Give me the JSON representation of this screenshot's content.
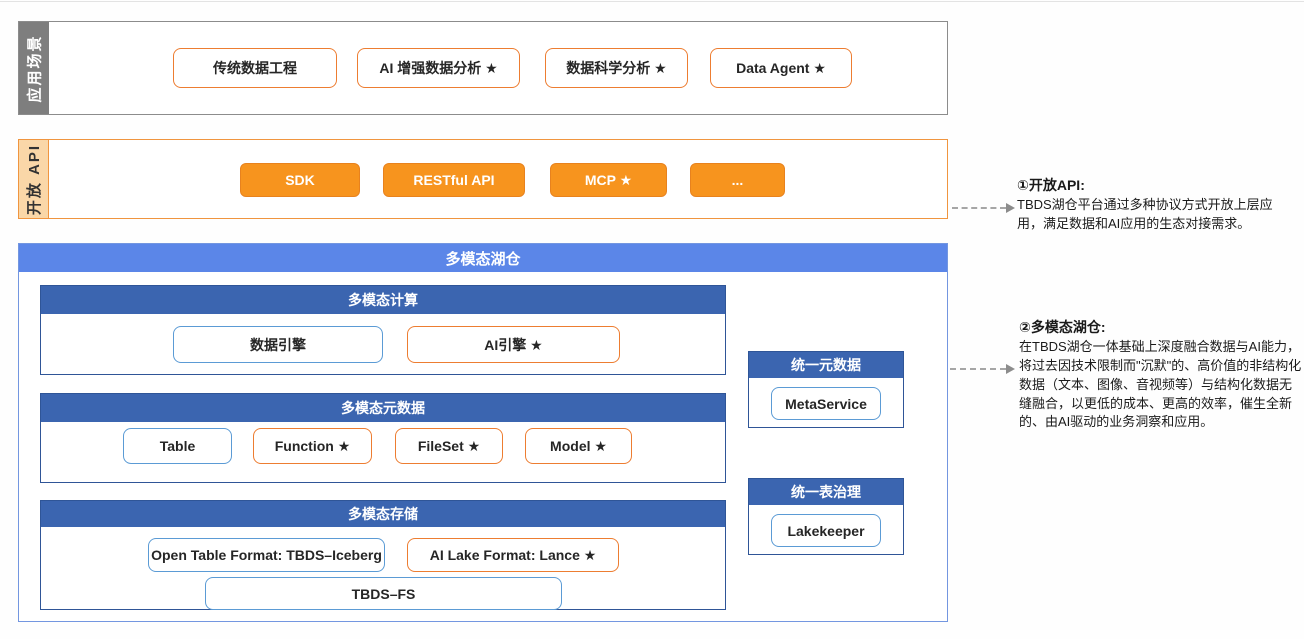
{
  "app_section": {
    "label": "应用场景",
    "items": [
      "传统数据工程",
      "AI 增强数据分析 ★",
      "数据科学分析 ★",
      "Data Agent ★"
    ]
  },
  "api_section": {
    "label": "开放 API",
    "items": [
      "SDK",
      "RESTful API",
      "MCP ★",
      "..."
    ]
  },
  "lake": {
    "title": "多模态湖仓",
    "compute": {
      "title": "多模态计算",
      "items": [
        "数据引擎",
        "AI引擎 ★"
      ]
    },
    "metadata": {
      "title": "多模态元数据",
      "items": [
        "Table",
        "Function ★",
        "FileSet ★",
        "Model ★"
      ]
    },
    "storage": {
      "title": "多模态存储",
      "items": [
        "Open Table Format: TBDS–Iceberg",
        "AI Lake Format: Lance ★",
        "TBDS–FS"
      ]
    },
    "unified_metadata": {
      "title": "统一元数据",
      "item": "MetaService"
    },
    "table_governance": {
      "title": "统一表治理",
      "item": "Lakekeeper"
    }
  },
  "notes": [
    {
      "title": "①开放API:",
      "body": "TBDS湖仓平台通过多种协议方式开放上层应用，满足数据和AI应用的生态对接需求。"
    },
    {
      "title": "②多模态湖仓:",
      "body": "在TBDS湖仓一体基础上深度融合数据与AI能力，将过去因技术限制而\"沉默\"的、高价值的非结构化数据（文本、图像、音视频等）与结构化数据无缝融合，以更低的成本、更高的效率，催生全新的、由AI驱动的业务洞察和应用。"
    }
  ],
  "colors": {
    "orange_fill": "#F7941E",
    "orange_outline": "#ED7D31",
    "blue_outline": "#5B9BD5",
    "lake_header_blue": "#5B86E8",
    "sub_header_blue": "#3B65B0",
    "gray_label_bg": "#7E7E7E",
    "peach_label_bg": "#FAD7A8"
  }
}
